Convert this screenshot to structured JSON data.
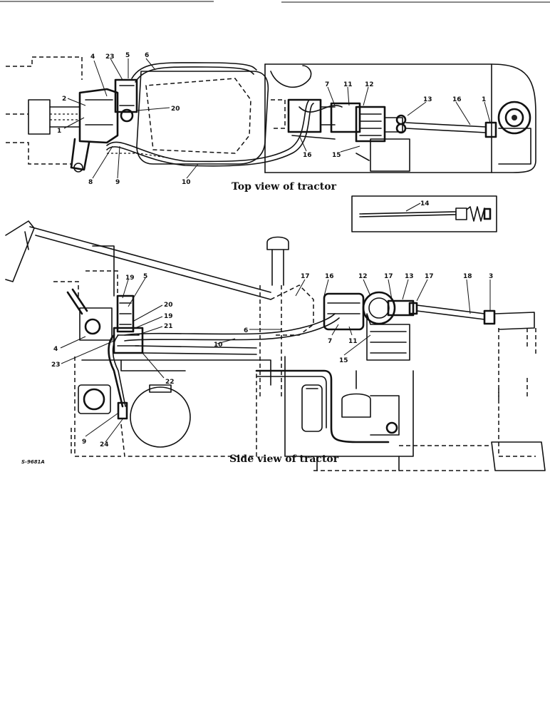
{
  "captions": {
    "top_view": "Top view of tractor",
    "side_view": "Side view of tractor",
    "figure_code": "S-9681A"
  },
  "callouts_top": [
    "4",
    "23",
    "5",
    "6",
    "2",
    "20",
    "1",
    "8",
    "9",
    "10",
    "7",
    "11",
    "12",
    "13",
    "16",
    "1",
    "16",
    "15"
  ],
  "callouts_inset": [
    "14"
  ],
  "callouts_side": [
    "19",
    "5",
    "20",
    "19",
    "21",
    "4",
    "23",
    "22",
    "9",
    "24",
    "17",
    "16",
    "12",
    "17",
    "13",
    "17",
    "18",
    "3",
    "6",
    "10",
    "7",
    "11",
    "15"
  ]
}
